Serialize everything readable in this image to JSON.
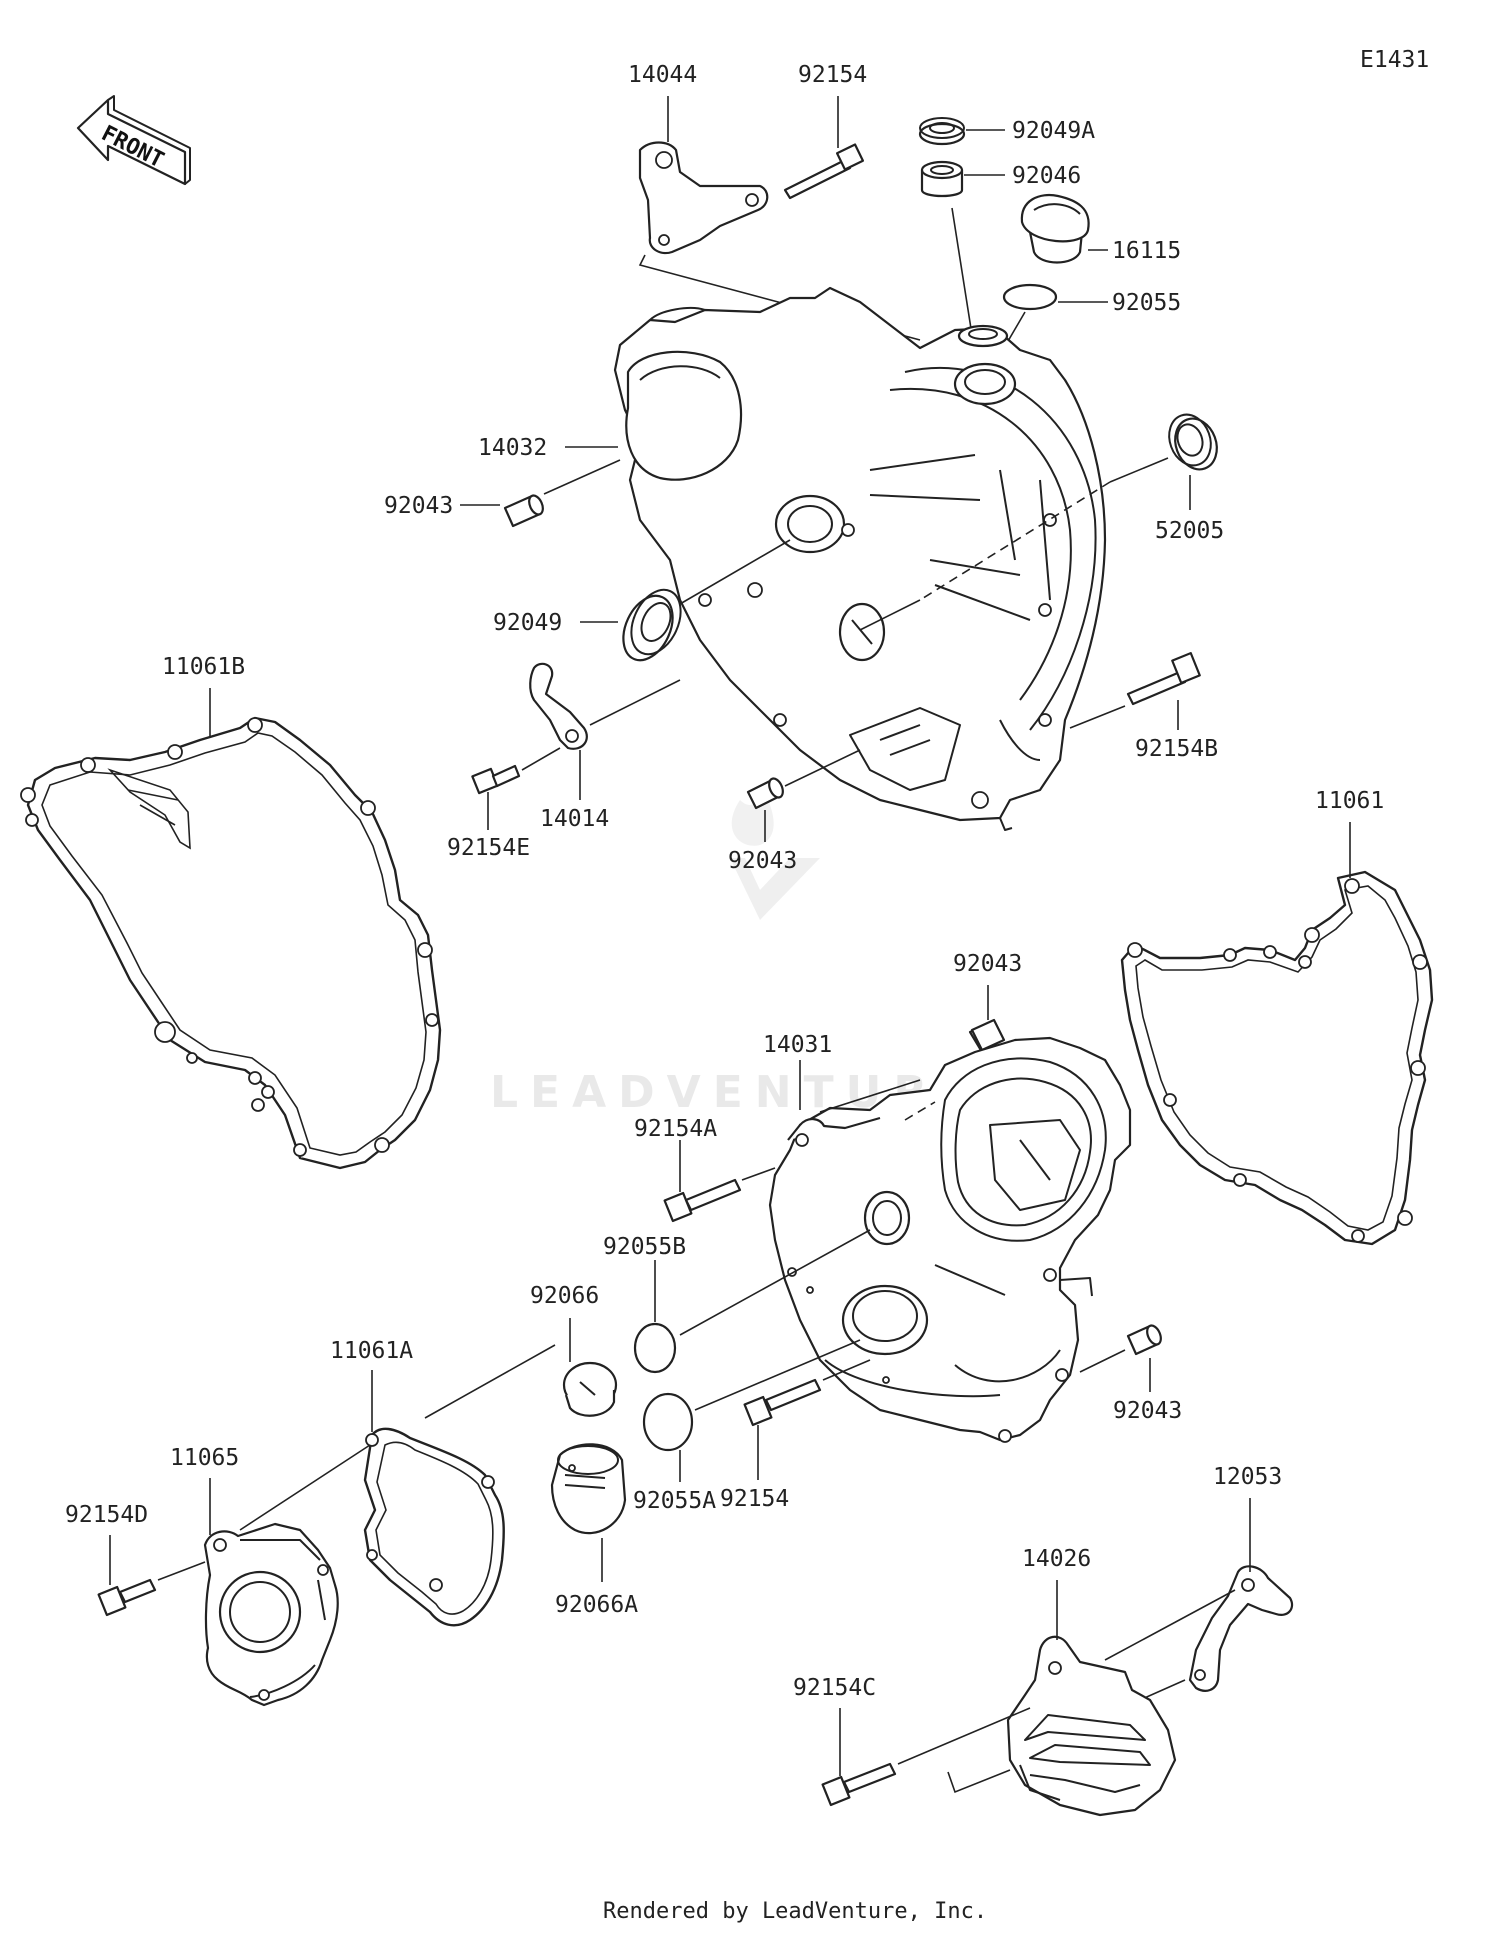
{
  "diagram_code": "E1431",
  "front_label": "FRONT",
  "watermark": "LEADVENTURE",
  "footer": "Rendered by LeadVenture, Inc.",
  "parts": {
    "p14044": "14044",
    "p92154_top": "92154",
    "p92049A": "92049A",
    "p92046": "92046",
    "p16115": "16115",
    "p92055": "92055",
    "p14032": "14032",
    "p92043_a": "92043",
    "p52005": "52005",
    "p92049": "92049",
    "p11061B": "11061B",
    "p14014": "14014",
    "p92154E": "92154E",
    "p92154B": "92154B",
    "p92043_b": "92043",
    "p11061": "11061",
    "p92043_c": "92043",
    "p14031": "14031",
    "p92154A": "92154A",
    "p92055B": "92055B",
    "p92066": "92066",
    "p11061A": "11061A",
    "p11065": "11065",
    "p92154D": "92154D",
    "p92066A": "92066A",
    "p92055A": "92055A",
    "p92154_mid": "92154",
    "p92043_d": "92043",
    "p12053": "12053",
    "p14026": "14026",
    "p92154C": "92154C"
  }
}
